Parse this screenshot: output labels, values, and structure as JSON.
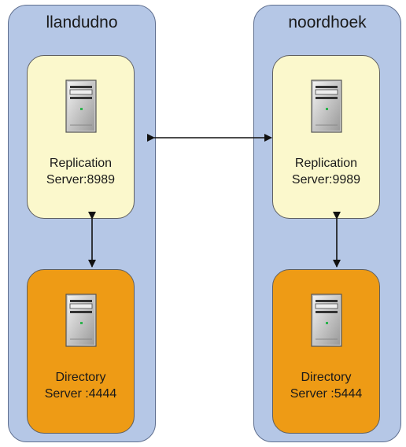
{
  "hosts": [
    {
      "name": "llandudno",
      "replication": {
        "line1": "Replication",
        "line2": "Server:8989"
      },
      "directory": {
        "line1": "Directory",
        "line2": "Server :4444"
      }
    },
    {
      "name": "noordhoek",
      "replication": {
        "line1": "Replication",
        "line2": "Server:9989"
      },
      "directory": {
        "line1": "Directory",
        "line2": "Server :5444"
      }
    }
  ],
  "colors": {
    "host_fill": "#b5c7e6",
    "replication_fill": "#fbf8cc",
    "directory_fill": "#ee9b15"
  },
  "icons": [
    "server-icon",
    "double-arrow-icon"
  ]
}
